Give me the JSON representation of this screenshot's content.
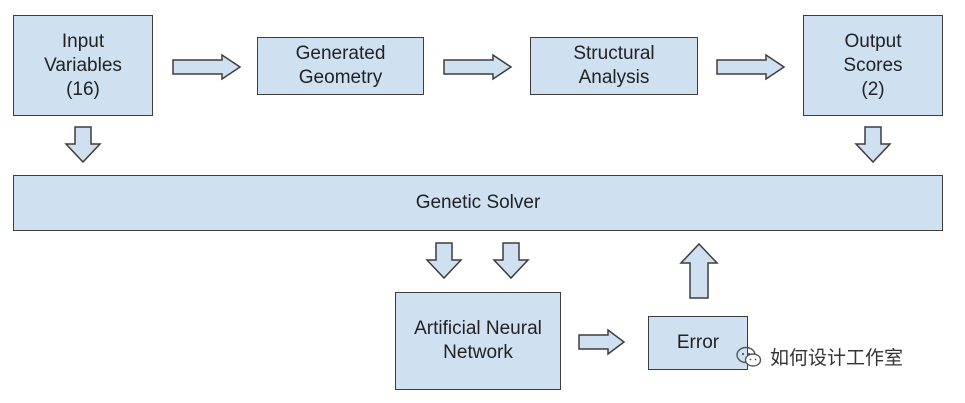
{
  "nodes": {
    "input_variables": {
      "line1": "Input",
      "line2": "Variables",
      "line3": "(16)"
    },
    "generated_geometry": {
      "line1": "Generated",
      "line2": "Geometry"
    },
    "structural_analysis": {
      "line1": "Structural",
      "line2": "Analysis"
    },
    "output_scores": {
      "line1": "Output",
      "line2": "Scores",
      "line3": "(2)"
    },
    "genetic_solver": {
      "label": "Genetic Solver"
    },
    "ann": {
      "line1": "Artificial Neural",
      "line2": "Network"
    },
    "error": {
      "label": "Error"
    }
  },
  "watermark": {
    "text": "如何设计工作室",
    "icon": "wechat-icon"
  },
  "colors": {
    "box_fill": "#cfe0f1",
    "box_border": "#3d3d3d",
    "text": "#222222"
  }
}
